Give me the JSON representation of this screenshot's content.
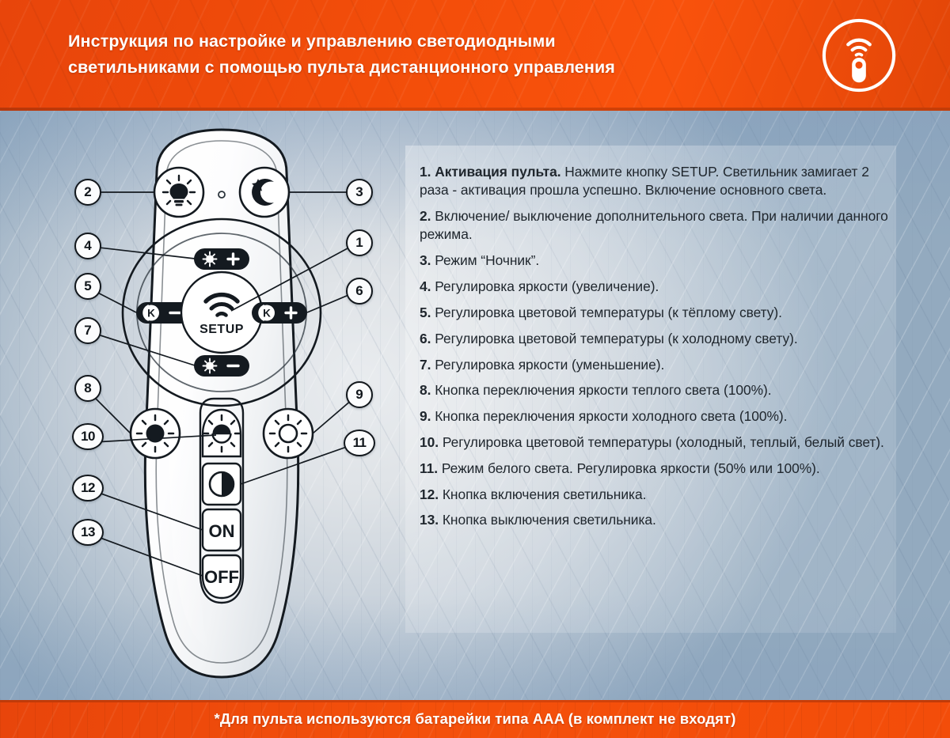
{
  "header": {
    "title_line1": "Инструкция по настройке и управлению светодиодными",
    "title_line2": "светильниками с помощью пульта дистанционного управления",
    "logo_icon": "remote-signal-icon",
    "background_color": "#f24c0a",
    "text_color": "#ffffff"
  },
  "footer": {
    "note": "*Для пульта используются батарейки типа AAA (в комплект не входят)",
    "background_color": "#f24c0a",
    "text_color": "#ffffff"
  },
  "remote": {
    "device_label": "LED remote control",
    "indicator_led": "led-indicator-dot",
    "buttons": {
      "aux_light": {
        "icon": "light-bulb-icon",
        "callout": "2"
      },
      "night_mode": {
        "icon": "moon-star-icon",
        "callout": "3"
      },
      "brightness_up": {
        "icon": "sun-plus-icon",
        "label_plus": "+",
        "callout": "4"
      },
      "temp_warm": {
        "icon": "kelvin-minus-icon",
        "label_k": "K",
        "label_minus": "−",
        "callout": "5"
      },
      "setup": {
        "icon": "wifi-icon",
        "label": "SETUP",
        "callout": "1"
      },
      "temp_cool": {
        "icon": "kelvin-plus-icon",
        "label_k": "K",
        "label_plus": "+",
        "callout": "6"
      },
      "brightness_down": {
        "icon": "sun-minus-icon",
        "label_minus": "−",
        "callout": "7"
      },
      "warm_full": {
        "icon": "sun-filled-icon",
        "callout": "8"
      },
      "cool_full": {
        "icon": "sun-outline-icon",
        "callout": "9"
      },
      "temp_cycle": {
        "icon": "sun-half-icon",
        "callout": "10"
      },
      "white_mode": {
        "icon": "half-moon-contrast-icon",
        "callout": "11"
      },
      "power_on": {
        "label": "ON",
        "callout": "12"
      },
      "power_off": {
        "label": "OFF",
        "callout": "13"
      }
    }
  },
  "callouts": {
    "left": [
      "2",
      "4",
      "5",
      "7",
      "8",
      "10",
      "12",
      "13"
    ],
    "right": [
      "3",
      "1",
      "6",
      "9",
      "11"
    ]
  },
  "instructions": [
    {
      "num": "1.",
      "lead": "Активация пульта.",
      "text": " Нажмите кнопку SETUP. Светильник замигает 2 раза - активация прошла успешно. Включение основного света."
    },
    {
      "num": "2.",
      "lead": "",
      "text": " Включение/ выключение дополнительного света. При наличии данного режима."
    },
    {
      "num": "3.",
      "lead": "",
      "text": " Режим “Ночник”."
    },
    {
      "num": "4.",
      "lead": "",
      "text": " Регулировка яркости (увеличение)."
    },
    {
      "num": "5.",
      "lead": "",
      "text": " Регулировка цветовой температуры (к тёплому свету)."
    },
    {
      "num": "6.",
      "lead": "",
      "text": " Регулировка цветовой температуры (к холодному свету)."
    },
    {
      "num": "7.",
      "lead": "",
      "text": " Регулировка яркости (уменьшение)."
    },
    {
      "num": "8.",
      "lead": "",
      "text": " Кнопка переключения яркости теплого света (100%)."
    },
    {
      "num": "9.",
      "lead": "",
      "text": " Кнопка переключения яркости холодного света (100%)."
    },
    {
      "num": "10.",
      "lead": "",
      "text": " Регулировка цветовой температуры (холодный, теплый, белый свет)."
    },
    {
      "num": "11.",
      "lead": "",
      "text": " Режим белого света. Регулировка яркости (50% или 100%)."
    },
    {
      "num": "12.",
      "lead": "",
      "text": " Кнопка включения светильника."
    },
    {
      "num": "13.",
      "lead": "",
      "text": " Кнопка выключения светильника."
    }
  ]
}
